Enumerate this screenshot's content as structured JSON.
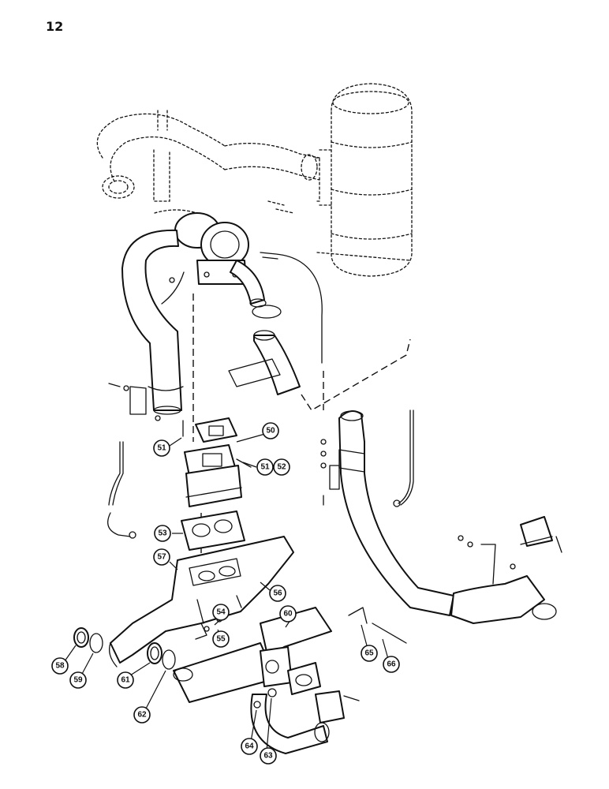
{
  "page": {
    "number": "12"
  },
  "callouts": [
    "50",
    "51",
    "52",
    "53",
    "54",
    "55",
    "56",
    "57",
    "58",
    "59",
    "60",
    "61",
    "62",
    "63",
    "64",
    "65",
    "66"
  ],
  "callout_51_52": {
    "a": "51",
    "b": "52"
  },
  "colors": {
    "ink": "#111111",
    "paper": "#ffffff"
  }
}
